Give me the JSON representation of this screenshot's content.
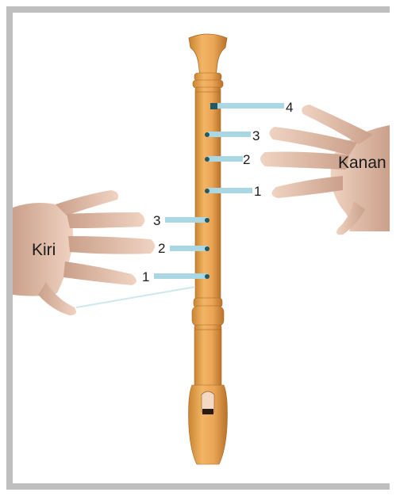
{
  "colors": {
    "frame": "#bfbfbf",
    "recorder": "#e8a24a",
    "recorder_dark": "#b8762a",
    "connector": "#a9d7e3",
    "hole": "#245a5f",
    "skin": "#e9c7b4",
    "skin_shade": "#c9977f"
  },
  "hands": {
    "left_label": "Kiri",
    "right_label": "Kanan"
  },
  "holes": {
    "right": [
      {
        "label": "4"
      },
      {
        "label": "3"
      },
      {
        "label": "2"
      },
      {
        "label": "1"
      }
    ],
    "left": [
      {
        "label": "3"
      },
      {
        "label": "2"
      },
      {
        "label": "1"
      }
    ]
  }
}
